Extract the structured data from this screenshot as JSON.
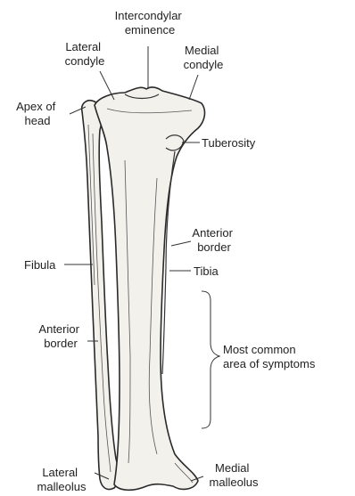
{
  "labels": {
    "intercondylar_eminence": [
      "Intercondylar",
      "eminence"
    ],
    "lateral_condyle": [
      "Lateral",
      "condyle"
    ],
    "medial_condyle": [
      "Medial",
      "condyle"
    ],
    "apex_of_head": [
      "Apex of",
      "head"
    ],
    "tuberosity": "Tuberosity",
    "anterior_border_tibia": [
      "Anterior",
      "border"
    ],
    "tibia": "Tibia",
    "fibula": "Fibula",
    "anterior_border_fibula": [
      "Anterior",
      "border"
    ],
    "most_common_area": [
      "Most common",
      "area of symptoms"
    ],
    "lateral_malleolus": [
      "Lateral",
      "malleolus"
    ],
    "medial_malleolus": [
      "Medial",
      "malleolus"
    ]
  }
}
